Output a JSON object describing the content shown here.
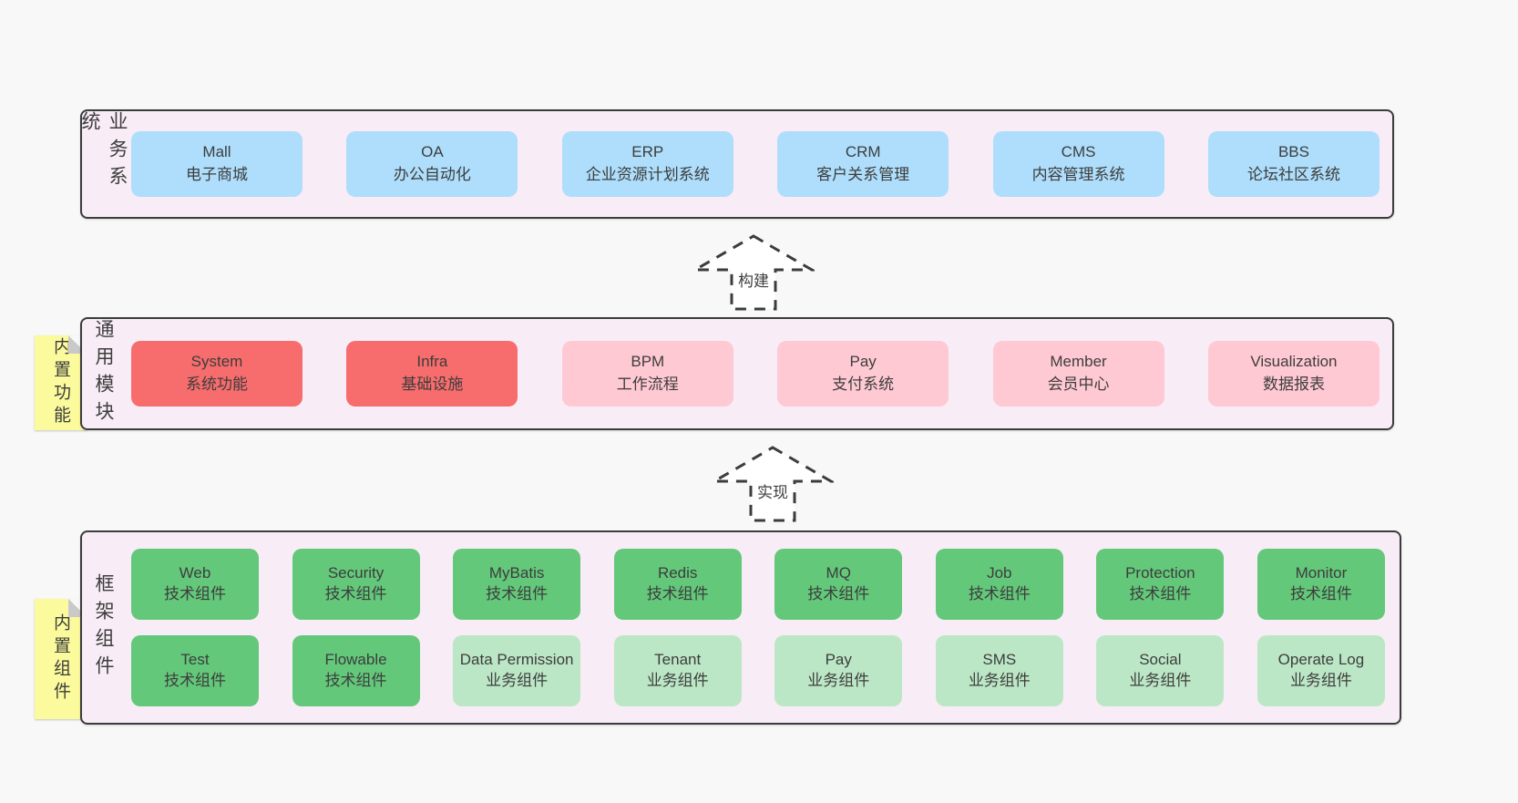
{
  "palette": {
    "page_bg": "#f8f8f8",
    "panel_bg": "#f8edf6",
    "panel_border": "#3c3c3c",
    "blue_box": "#aedefb",
    "red_box": "#f76c6c",
    "pink_box": "#ffc9d3",
    "green_box": "#63c87a",
    "light_green_box": "#bce7c6",
    "sticky_yellow": "#fbfa9c",
    "fold_gray": "#c9c9c9",
    "text": "#3d3d3d"
  },
  "arrows": {
    "build": "构建",
    "implement": "实现"
  },
  "sections": {
    "business": {
      "label": "业务系统",
      "boxes": [
        {
          "en": "Mall",
          "zh": "电子商城"
        },
        {
          "en": "OA",
          "zh": "办公自动化"
        },
        {
          "en": "ERP",
          "zh": "企业资源计划系统"
        },
        {
          "en": "CRM",
          "zh": "客户关系管理"
        },
        {
          "en": "CMS",
          "zh": "内容管理系统"
        },
        {
          "en": "BBS",
          "zh": "论坛社区系统"
        }
      ]
    },
    "modules": {
      "label": "通用模块",
      "sticky": "内置功能",
      "boxes": [
        {
          "en": "System",
          "zh": "系统功能"
        },
        {
          "en": "Infra",
          "zh": "基础设施"
        },
        {
          "en": "BPM",
          "zh": "工作流程"
        },
        {
          "en": "Pay",
          "zh": "支付系统"
        },
        {
          "en": "Member",
          "zh": "会员中心"
        },
        {
          "en": "Visualization",
          "zh": "数据报表"
        }
      ]
    },
    "components": {
      "label": "框架组件",
      "sticky": "内置组件",
      "row1": [
        {
          "en": "Web",
          "zh": "技术组件"
        },
        {
          "en": "Security",
          "zh": "技术组件"
        },
        {
          "en": "MyBatis",
          "zh": "技术组件"
        },
        {
          "en": "Redis",
          "zh": "技术组件"
        },
        {
          "en": "MQ",
          "zh": "技术组件"
        },
        {
          "en": "Job",
          "zh": "技术组件"
        },
        {
          "en": "Protection",
          "zh": "技术组件"
        },
        {
          "en": "Monitor",
          "zh": "技术组件"
        }
      ],
      "row2": [
        {
          "en": "Test",
          "zh": "技术组件"
        },
        {
          "en": "Flowable",
          "zh": "技术组件"
        },
        {
          "en": "Data Permission",
          "zh": "业务组件"
        },
        {
          "en": "Tenant",
          "zh": "业务组件"
        },
        {
          "en": "Pay",
          "zh": "业务组件"
        },
        {
          "en": "SMS",
          "zh": "业务组件"
        },
        {
          "en": "Social",
          "zh": "业务组件"
        },
        {
          "en": "Operate Log",
          "zh": "业务组件"
        }
      ]
    }
  }
}
